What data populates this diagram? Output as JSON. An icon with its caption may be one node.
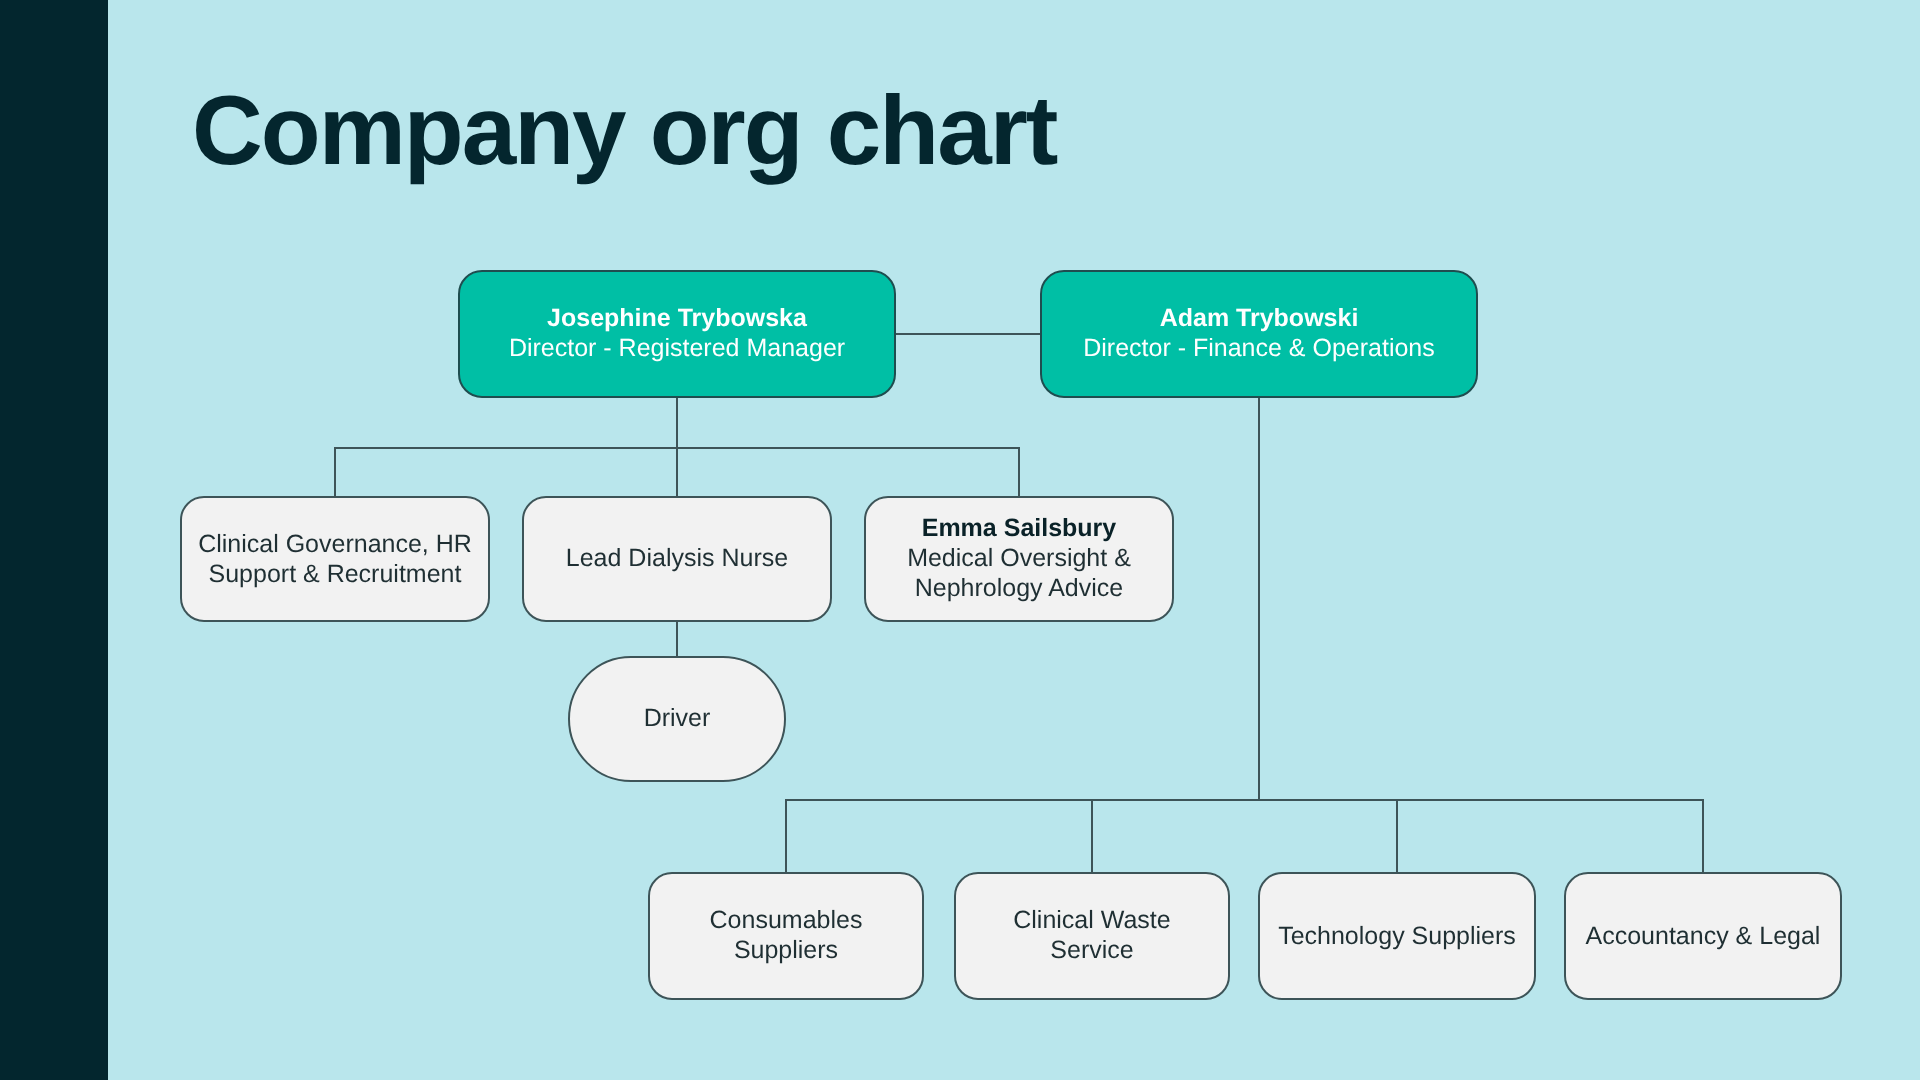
{
  "diagram": {
    "title": "Company org chart",
    "nodes": [
      {
        "text": [
          "Josephine Trybowska",
          "Director - Registered Manager"
        ]
      },
      {
        "text": [
          "Adam Trybowski",
          "Director - Finance & Operations"
        ]
      },
      {
        "text": [
          "Clinical Governance, HR Support & Recruitment"
        ]
      },
      {
        "text": [
          "Lead Dialysis Nurse"
        ]
      },
      {
        "text": [
          "Emma Sailsbury",
          "Medical Oversight & Nephrology Advice"
        ]
      },
      {
        "text": [
          "Driver"
        ]
      },
      {
        "text": [
          "Consumables Suppliers"
        ]
      },
      {
        "text": [
          "Clinical Waste Service"
        ]
      },
      {
        "text": [
          "Technology Suppliers"
        ]
      },
      {
        "text": [
          "Accountancy & Legal"
        ]
      }
    ],
    "edges": [
      {
        "from": 0,
        "to": 1,
        "arrow": "none"
      },
      {
        "from": 0,
        "to": 2,
        "arrow": "none"
      },
      {
        "from": 0,
        "to": 3,
        "arrow": "none"
      },
      {
        "from": 0,
        "to": 4,
        "arrow": "none"
      },
      {
        "from": 3,
        "to": 5,
        "arrow": "none"
      },
      {
        "from": 1,
        "to": 6,
        "arrow": "none"
      },
      {
        "from": 1,
        "to": 7,
        "arrow": "none"
      },
      {
        "from": 1,
        "to": 8,
        "arrow": "none"
      },
      {
        "from": 1,
        "to": 9,
        "arrow": "none"
      }
    ]
  }
}
